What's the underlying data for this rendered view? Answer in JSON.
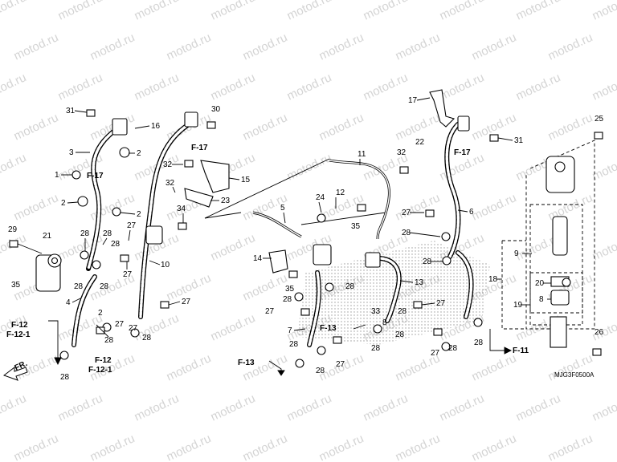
{
  "watermark": "motod.ru",
  "diagram_code": "MJG3F0500A",
  "direction_label": "FR.",
  "part_labels": [
    "1",
    "2",
    "3",
    "4",
    "5",
    "6",
    "7",
    "8",
    "9",
    "10",
    "11",
    "12",
    "13",
    "14",
    "15",
    "16",
    "17",
    "18",
    "19",
    "20",
    "21",
    "22",
    "23",
    "24",
    "25",
    "26",
    "27",
    "28",
    "29",
    "30",
    "31",
    "32",
    "33",
    "34",
    "35"
  ],
  "ref_labels": [
    "F-17",
    "F-12",
    "F-12-1",
    "F-13",
    "F-11"
  ]
}
